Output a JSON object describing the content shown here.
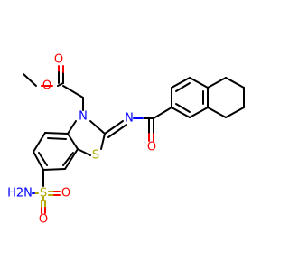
{
  "molecule": {
    "atoms": {
      "ester_carbonyl_o": "O",
      "ester_ether_o": "O",
      "ring_n": "N",
      "imine_n": "N",
      "ring_s": "S",
      "amide_o": "O",
      "sulfonyl_s": "S",
      "sulfonyl_o_top": "O",
      "sulfonyl_o_bottom": "O",
      "sulfonamide_n": "H2N"
    },
    "colors": {
      "bond": "#000000",
      "oxygen": "#ff0000",
      "nitrogen": "#0000ff",
      "sulfur": "#b2a800"
    }
  }
}
